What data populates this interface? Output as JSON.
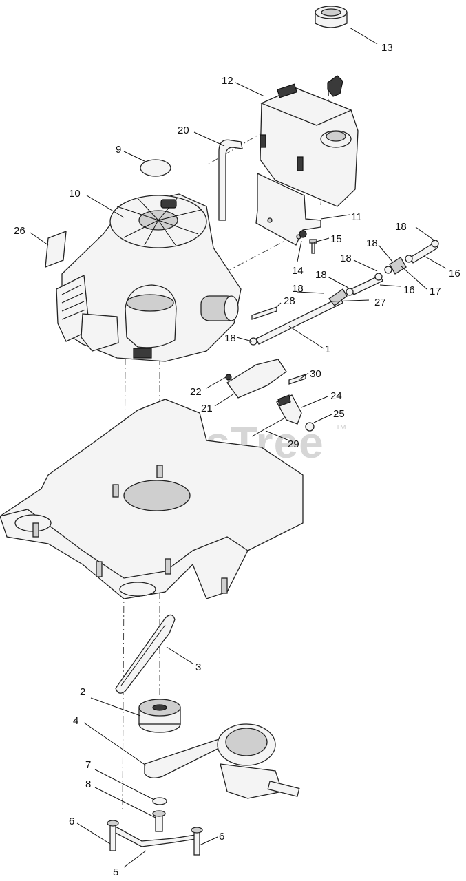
{
  "watermark": {
    "text": "PartsTree",
    "mark": "TM"
  },
  "callouts": [
    {
      "id": "c13",
      "label": "13"
    },
    {
      "id": "c12",
      "label": "12"
    },
    {
      "id": "c20",
      "label": "20"
    },
    {
      "id": "c9",
      "label": "9"
    },
    {
      "id": "c10",
      "label": "10"
    },
    {
      "id": "c11",
      "label": "11"
    },
    {
      "id": "c26",
      "label": "26"
    },
    {
      "id": "c18a",
      "label": "18"
    },
    {
      "id": "c15",
      "label": "15"
    },
    {
      "id": "c18b",
      "label": "18"
    },
    {
      "id": "c16a",
      "label": "16"
    },
    {
      "id": "c14",
      "label": "14"
    },
    {
      "id": "c18c",
      "label": "18"
    },
    {
      "id": "c18d",
      "label": "18"
    },
    {
      "id": "c17",
      "label": "17"
    },
    {
      "id": "c18e",
      "label": "18"
    },
    {
      "id": "c16b",
      "label": "16"
    },
    {
      "id": "c28",
      "label": "28"
    },
    {
      "id": "c27",
      "label": "27"
    },
    {
      "id": "c18f",
      "label": "18"
    },
    {
      "id": "c1",
      "label": "1"
    },
    {
      "id": "c30",
      "label": "30"
    },
    {
      "id": "c22",
      "label": "22"
    },
    {
      "id": "c24",
      "label": "24"
    },
    {
      "id": "c21",
      "label": "21"
    },
    {
      "id": "c25",
      "label": "25"
    },
    {
      "id": "c29",
      "label": "29"
    },
    {
      "id": "c3",
      "label": "3"
    },
    {
      "id": "c2",
      "label": "2"
    },
    {
      "id": "c4",
      "label": "4"
    },
    {
      "id": "c7",
      "label": "7"
    },
    {
      "id": "c8",
      "label": "8"
    },
    {
      "id": "c6a",
      "label": "6"
    },
    {
      "id": "c6b",
      "label": "6"
    },
    {
      "id": "c5",
      "label": "5"
    }
  ]
}
